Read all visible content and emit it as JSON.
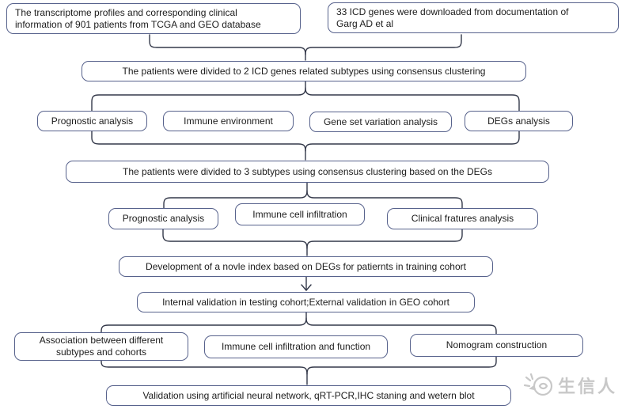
{
  "diagram": {
    "title_hint": "ICD genes subtype analysis workflow flowchart",
    "nodes": {
      "tcga": "The transcriptome profiles and corresponding clinical\ninformation of 901 patients from TCGA and GEO database",
      "icd": "33 ICD genes were downloaded from documentation of\nGarg AD et al",
      "cluster2": "The patients were divided to 2 ICD genes related subtypes using consensus clustering",
      "prognostic1": "Prognostic analysis",
      "immune_env": "Immune environment",
      "gsva": "Gene set variation analysis",
      "degs": "DEGs analysis",
      "cluster3": "The patients were divided to 3 subtypes using consensus clustering based on the DEGs",
      "prognostic2": "Prognostic analysis",
      "immune_cell": "Immune cell infiltration",
      "clinical": "Clinical fratures analysis",
      "index": "Development of a novle index based on DEGs for patiernts in training cohort",
      "validation": "Internal validation in testing cohort;External validation in GEO cohort",
      "association": "Association between different\nsubtypes and cohorts",
      "immune_func": "Immune cell infiltration and function",
      "nomogram": "Nomogram construction",
      "final": "Validation using artificial neural network, qRT-PCR,IHC staning and wetern blot"
    },
    "watermark": {
      "text": "生信人",
      "icon": "bird-logo-icon"
    },
    "colors": {
      "box_border": "#57628c",
      "connector": "#34394a",
      "text": "#1c1c1c",
      "watermark": "#c8c8c8",
      "background": "#ffffff"
    }
  }
}
